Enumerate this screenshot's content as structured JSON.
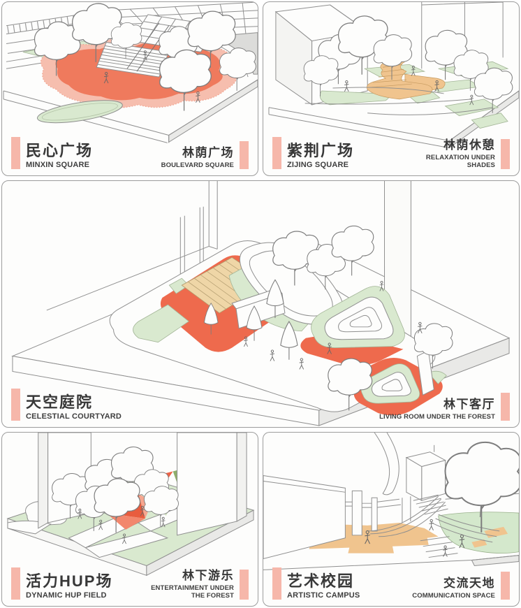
{
  "board": {
    "kind": "campus-landscape-node-board"
  },
  "colors": {
    "accent_pink": "#f6b7aa",
    "plaza_red": "#ee6a4d",
    "plaza_red_light": "#f6beae",
    "planting_green": "#d9e9cf",
    "dark_green": "#8fae6a",
    "leisure_orange": "#f0c48e",
    "wood_deck": "#efd6a7",
    "line_gray": "#8f8f8f",
    "panel_border": "#9c9c9c",
    "text_dark": "#383838"
  },
  "panels": [
    {
      "id": "minxin-square",
      "title_zh": "民心广场",
      "title_en": "MINXIN SQUARE",
      "tag_zh": "林荫广场",
      "tag_en": "BOULEVARD SQUARE"
    },
    {
      "id": "zijing-square",
      "title_zh": "紫荆广场",
      "title_en": "ZIJING SQUARE",
      "tag_zh": "林荫休憩",
      "tag_en": "RELAXATION UNDER SHADES"
    },
    {
      "id": "celestial-courtyard",
      "title_zh": "天空庭院",
      "title_en": "CELESTIAL COURTYARD",
      "tag_zh": "林下客厅",
      "tag_en": "LIVING ROOM UNDER THE FOREST"
    },
    {
      "id": "dynamic-hup-field",
      "title_zh": "活力HUP场",
      "title_en": "DYNAMIC HUP FIELD",
      "tag_zh": "林下游乐",
      "tag_en": "ENTERTAINMENT UNDER THE FOREST"
    },
    {
      "id": "artistic-campus",
      "title_zh": "艺术校园",
      "title_en": "ARTISTIC CAMPUS",
      "tag_zh": "交流天地",
      "tag_en": "COMMUNICATION SPACE"
    }
  ]
}
